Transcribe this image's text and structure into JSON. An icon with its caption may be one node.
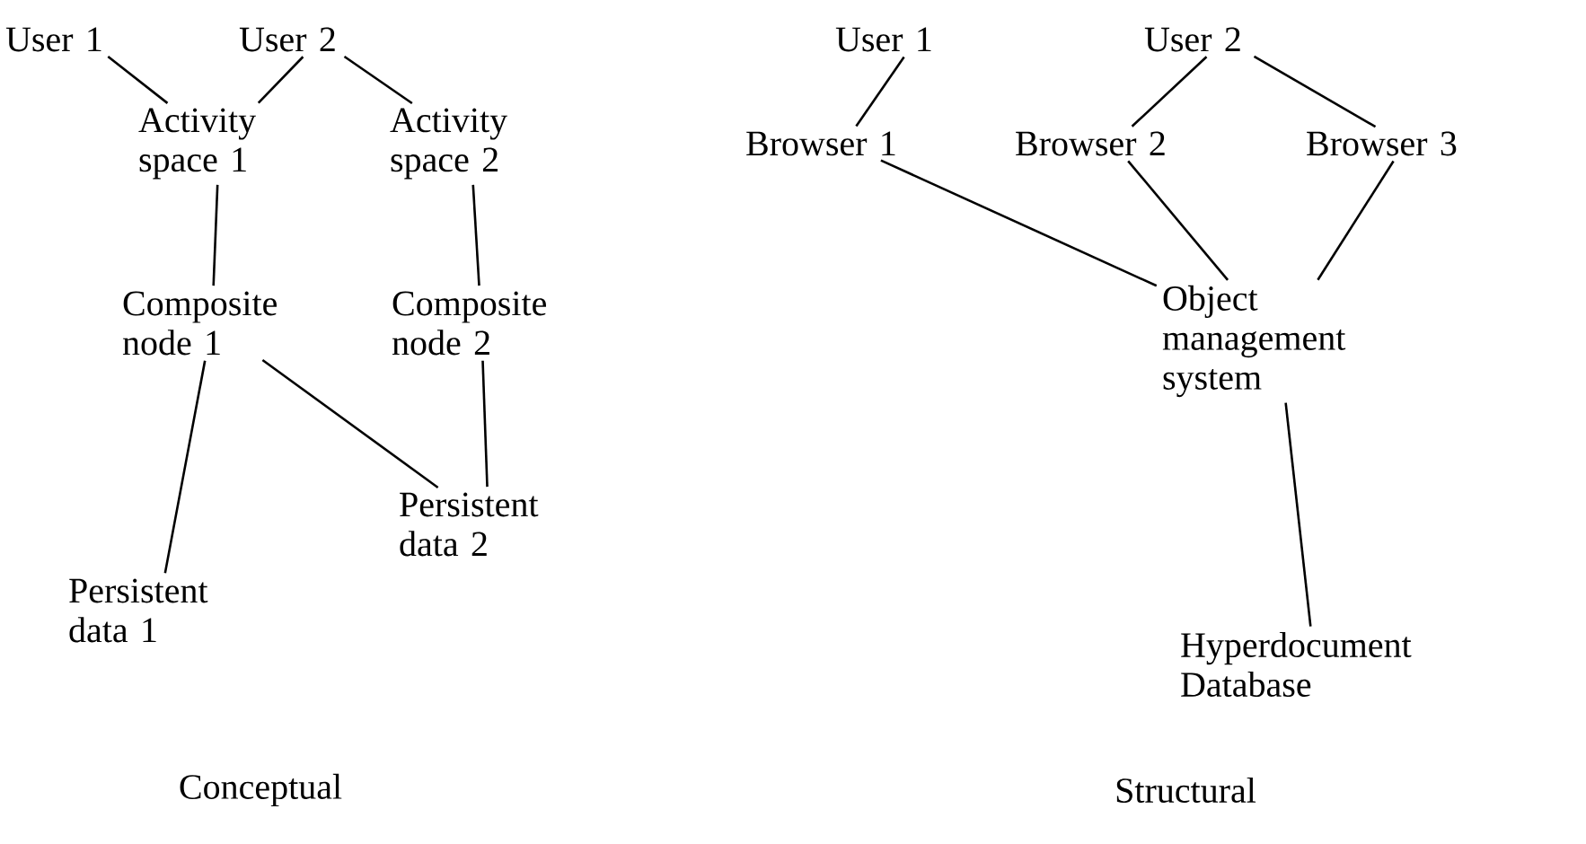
{
  "diagram": {
    "nodes": [
      {
        "text": [
          "User 1"
        ]
      },
      {
        "text": [
          "User 2"
        ]
      },
      {
        "text": [
          "Activity space 1"
        ]
      },
      {
        "text": [
          "Activity space 2"
        ]
      },
      {
        "text": [
          "Composite node 1"
        ]
      },
      {
        "text": [
          "Composite node 2"
        ]
      },
      {
        "text": [
          "Persistent data 2"
        ]
      },
      {
        "text": [
          "Persistent data 1"
        ]
      },
      {
        "text": [
          "User 1"
        ]
      },
      {
        "text": [
          "User 2"
        ]
      },
      {
        "text": [
          "Browser 1"
        ]
      },
      {
        "text": [
          "Browser 2"
        ]
      },
      {
        "text": [
          "Browser 3"
        ]
      },
      {
        "text": [
          "Object management system"
        ]
      },
      {
        "text": [
          "Hyperdocument Database"
        ]
      }
    ],
    "edges": [
      {
        "from": 0,
        "to": 2,
        "arrow": "none"
      },
      {
        "from": 1,
        "to": 2,
        "arrow": "none"
      },
      {
        "from": 1,
        "to": 3,
        "arrow": "none"
      },
      {
        "from": 2,
        "to": 4,
        "arrow": "none"
      },
      {
        "from": 3,
        "to": 5,
        "arrow": "none"
      },
      {
        "from": 4,
        "to": 7,
        "arrow": "none"
      },
      {
        "from": 4,
        "to": 6,
        "arrow": "none"
      },
      {
        "from": 5,
        "to": 6,
        "arrow": "none"
      },
      {
        "from": 8,
        "to": 10,
        "arrow": "none"
      },
      {
        "from": 9,
        "to": 11,
        "arrow": "none"
      },
      {
        "from": 9,
        "to": 12,
        "arrow": "none"
      },
      {
        "from": 10,
        "to": 13,
        "arrow": "none"
      },
      {
        "from": 11,
        "to": 13,
        "arrow": "none"
      },
      {
        "from": 12,
        "to": 13,
        "arrow": "none"
      },
      {
        "from": 13,
        "to": 14,
        "arrow": "none"
      }
    ],
    "labels": [
      "Conceptual",
      "Structural"
    ]
  }
}
